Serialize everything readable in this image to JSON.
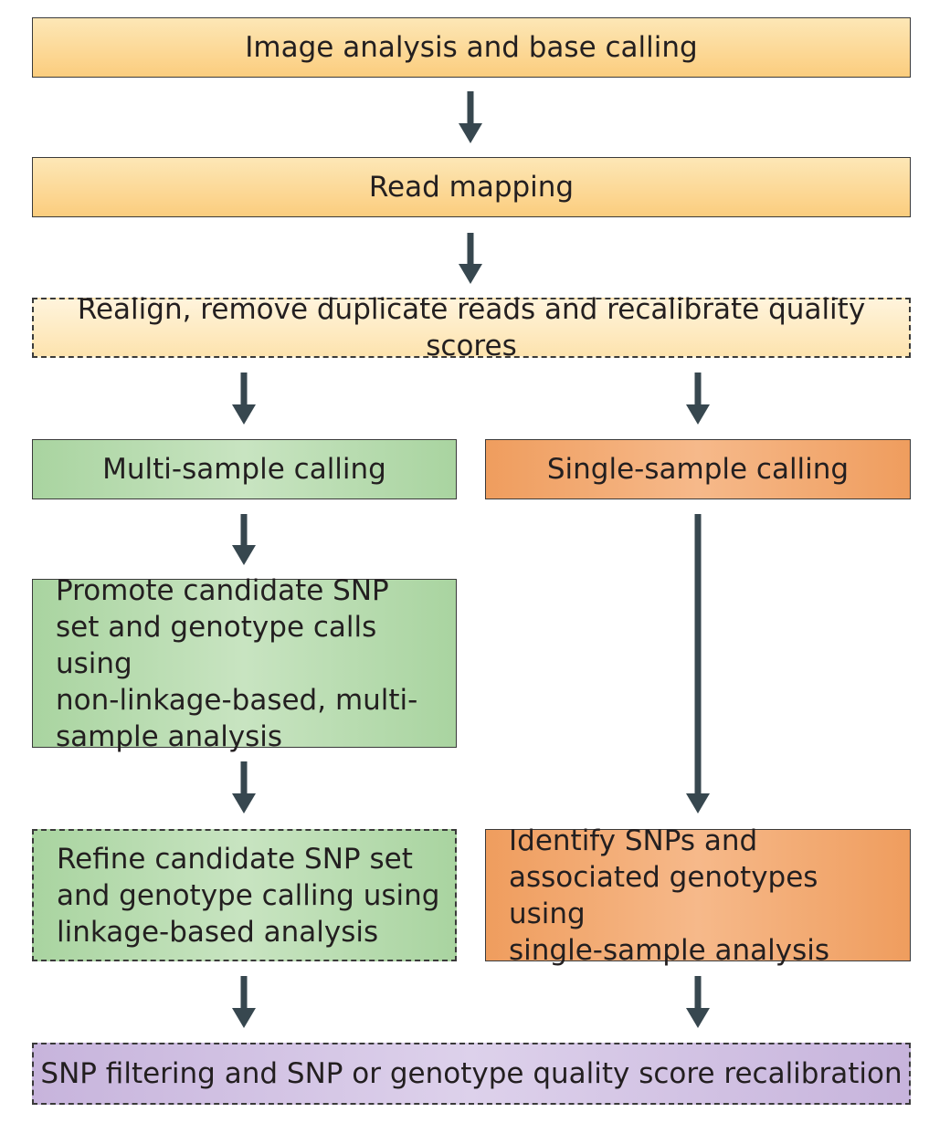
{
  "boxes": {
    "image_analysis": "Image analysis and base calling",
    "read_mapping": "Read mapping",
    "realign": "Realign, remove duplicate reads and recalibrate quality scores",
    "multi_sample": "Multi-sample calling",
    "single_sample": "Single-sample calling",
    "promote": "Promote candidate SNP\nset and genotype calls using\nnon-linkage-based, multi-\nsample analysis",
    "refine": "Refine candidate SNP set\nand genotype calling using\nlinkage-based analysis",
    "identify": "Identify SNPs and\nassociated genotypes using\nsingle-sample analysis",
    "snp_filtering": "SNP filtering and SNP or genotype quality score recalibration"
  },
  "colors": {
    "arrow": "#37474f",
    "box_border": "#3a3a3a",
    "yellow": "#fbcd7e",
    "green": "#b8dcb0",
    "orange": "#f2a56a",
    "purple": "#d2c2e4"
  }
}
